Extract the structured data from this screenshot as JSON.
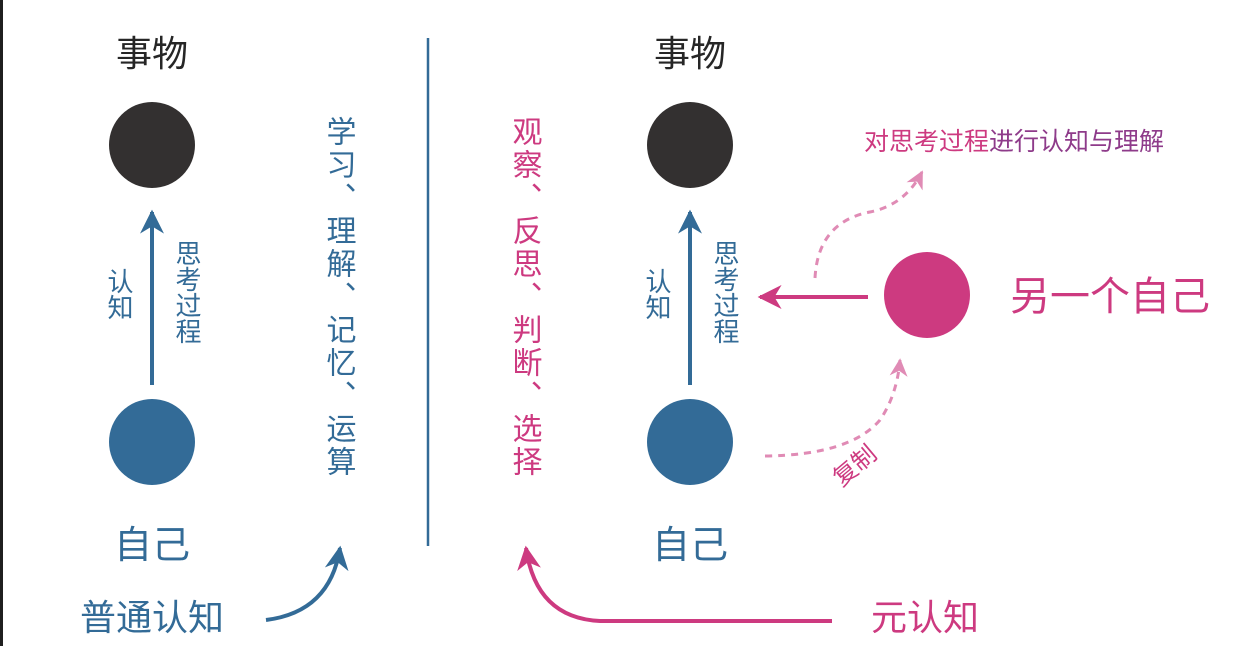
{
  "colors": {
    "blue": "#336b97",
    "pink": "#cd3a80",
    "pink_light": "#e08bb5",
    "dark": "#333030",
    "text_dark": "#262626"
  },
  "left": {
    "top_label": "事物",
    "bottom_label": "自己",
    "arrow_left_label": "认知",
    "arrow_right_label": "思考过程",
    "side_text": "学习、理解、记忆、运算",
    "caption": "普通认知"
  },
  "right": {
    "top_label": "事物",
    "bottom_label": "自己",
    "arrow_left_label": "认知",
    "arrow_right_label": "思考过程",
    "side_text": "观察、反思、判断、选择",
    "other_self_label": "另一个自己",
    "note_pink_part": "对思考过程",
    "note_blue_part": "进行认知与理解",
    "copy_label": "复制",
    "caption": "元认知"
  }
}
